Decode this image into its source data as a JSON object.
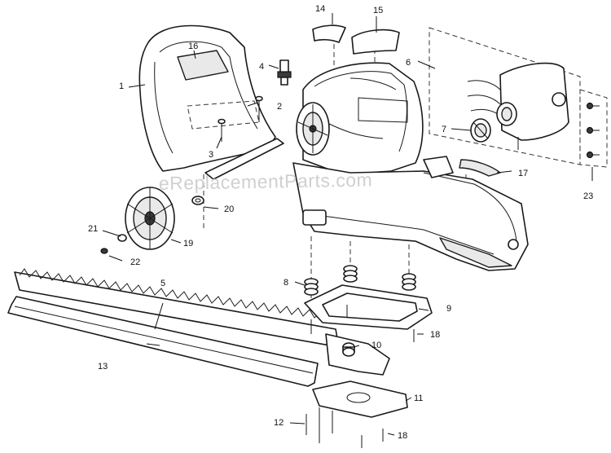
{
  "watermark": "eReplacementParts.com",
  "callouts": [
    {
      "id": "c1",
      "label": "1"
    },
    {
      "id": "c2",
      "label": "2"
    },
    {
      "id": "c3",
      "label": "3"
    },
    {
      "id": "c4",
      "label": "4"
    },
    {
      "id": "c5",
      "label": "5"
    },
    {
      "id": "c6",
      "label": "6"
    },
    {
      "id": "c7",
      "label": "7"
    },
    {
      "id": "c8",
      "label": "8"
    },
    {
      "id": "c9",
      "label": "9"
    },
    {
      "id": "c10",
      "label": "10"
    },
    {
      "id": "c11",
      "label": "11"
    },
    {
      "id": "c12",
      "label": "12"
    },
    {
      "id": "c13",
      "label": "13"
    },
    {
      "id": "c14",
      "label": "14"
    },
    {
      "id": "c15",
      "label": "15"
    },
    {
      "id": "c16",
      "label": "16"
    },
    {
      "id": "c17",
      "label": "17"
    },
    {
      "id": "c18a",
      "label": "18"
    },
    {
      "id": "c18b",
      "label": "18"
    },
    {
      "id": "c19",
      "label": "19"
    },
    {
      "id": "c20",
      "label": "20"
    },
    {
      "id": "c21",
      "label": "21"
    },
    {
      "id": "c22",
      "label": "22"
    },
    {
      "id": "c23",
      "label": "23"
    }
  ]
}
